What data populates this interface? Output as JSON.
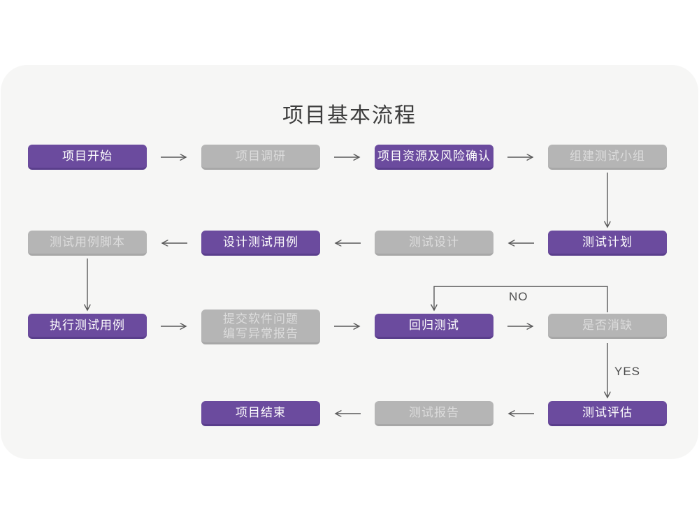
{
  "page": {
    "title": "项目基本流程"
  },
  "diagram": {
    "nodes": [
      {
        "label": "项目开始",
        "variant": "purple"
      },
      {
        "label": "项目调研",
        "variant": "gray"
      },
      {
        "label": "项目资源及风险确认",
        "variant": "purple"
      },
      {
        "label": "组建测试小组",
        "variant": "gray"
      },
      {
        "label": "测试用例脚本",
        "variant": "gray"
      },
      {
        "label": "设计测试用例",
        "variant": "purple"
      },
      {
        "label": "测试设计",
        "variant": "gray"
      },
      {
        "label": "测试计划",
        "variant": "purple"
      },
      {
        "label": "执行测试用例",
        "variant": "purple"
      },
      {
        "label": "提交软件问题\n编写异常报告",
        "variant": "gray"
      },
      {
        "label": "回归测试",
        "variant": "purple"
      },
      {
        "label": "是否消缺",
        "variant": "gray"
      },
      {
        "label": "项目结束",
        "variant": "purple"
      },
      {
        "label": "测试报告",
        "variant": "gray"
      },
      {
        "label": "测试评估",
        "variant": "purple"
      }
    ],
    "edge_labels": {
      "no": "NO",
      "yes": "YES"
    },
    "colors": {
      "node_purple": "#6b4b9e",
      "node_gray": "#b5b5b5",
      "arrow": "#595959",
      "card_background": "#f6f6f5"
    }
  }
}
